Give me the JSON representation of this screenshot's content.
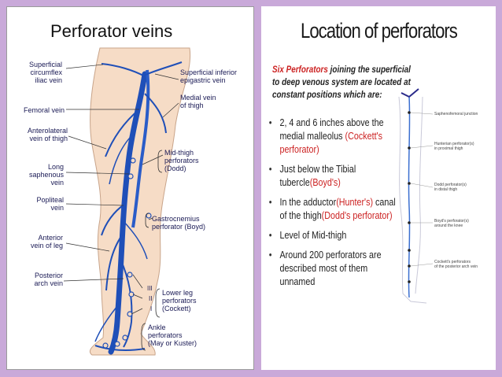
{
  "left_panel": {
    "title": "Perforator veins",
    "labels_left": {
      "superficial_circumflex": "Superficial\ncircumflex\niliac vein",
      "femoral": "Femoral vein",
      "anterolateral": "Anterolateral\nvein of thigh",
      "long_saphenous": "Long\nsaphenous\nvein",
      "popliteal": "Popliteal\nvein",
      "anterior_leg": "Anterior\nvein of leg",
      "posterior_arch": "Posterior\narch vein"
    },
    "labels_right": {
      "superficial_inferior": "Superficial inferior\nepigastric vein",
      "medial_thigh": "Medial vein\nof thigh",
      "mid_thigh": "Mid-thigh\nperforators\n(Dodd)",
      "gastrocnemius": "Gastrocnemius\nperforator (Boyd)",
      "lower_leg": "Lower leg\nperforators\n(Cockett)",
      "ankle": "Ankle\nperforators\n(May or Kuster)"
    },
    "numerals": [
      "III",
      "II",
      "I"
    ]
  },
  "right_panel": {
    "title": "Location of perforators",
    "intro_red": "Six Perforators",
    "intro_rest": " joining the superficial to deep venous system are located at constant positions which are:",
    "bullets": [
      {
        "text": "2, 4 and 6 inches above the medial malleolus ",
        "red": "(Cockett's perforator)",
        "after": ""
      },
      {
        "text": "Just below the Tibial tubercle",
        "red": "(Boyd's)",
        "after": ""
      },
      {
        "text": "In the adductor",
        "red": "(Hunter's)",
        "after": " canal of the thigh",
        "red2": "(Dodd's perforator)"
      },
      {
        "text": "Level of Mid-thigh",
        "red": "",
        "after": ""
      },
      {
        "text": "Around 200 perforators are described most of them unnamed",
        "red": "",
        "after": ""
      }
    ],
    "figure_labels": {
      "saphenofemoral": "Saphenofemoral junction",
      "hunterian": "Hunterian perforator(s)\nin proximal thigh",
      "dodd": "Dodd perforator(s)\nin distal thigh",
      "boyd": "Boyd's perforator(s)\naround the knee",
      "cockett": "Cockett's perforators\nof the posterior arch vein"
    }
  },
  "colors": {
    "background": "#c9a9d9",
    "vein": "#1f4fb8",
    "skin": "#f6dcc6",
    "accent_red": "#cc2222"
  }
}
